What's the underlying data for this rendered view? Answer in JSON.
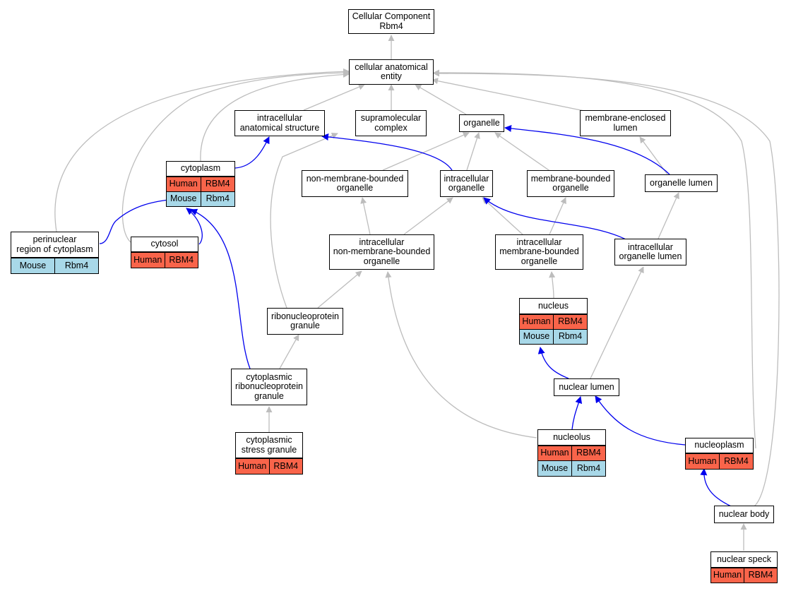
{
  "colors": {
    "human": "#f9644a",
    "mouse": "#a8d8e8",
    "is_a_edge": "#bdbdbd",
    "part_of_edge": "#0000ee"
  },
  "nodes": {
    "root": "Cellular Component\nRbm4",
    "cae": "cellular anatomical\nentity",
    "ias": "intracellular\nanatomical structure",
    "smc": "supramolecular\ncomplex",
    "org": "organelle",
    "mel": "membrane-enclosed\nlumen",
    "cyto": "cytoplasm",
    "nmbo": "non-membrane-bounded\norganelle",
    "io": "intracellular\norganelle",
    "mbo": "membrane-bounded\norganelle",
    "ol": "organelle lumen",
    "perinuc": "perinuclear\nregion of cytoplasm",
    "cytosol": "cytosol",
    "inmbo": "intracellular\nnon-membrane-bounded\norganelle",
    "imbo": "intracellular\nmembrane-bounded\norganelle",
    "iol": "intracellular\norganelle lumen",
    "rnp": "ribonucleoprotein\ngranule",
    "nucleus": "nucleus",
    "crnp": "cytoplasmic\nribonucleoprotein\ngranule",
    "nl": "nuclear lumen",
    "csg": "cytoplasmic\nstress granule",
    "nucleolus": "nucleolus",
    "np": "nucleoplasm",
    "nb": "nuclear body",
    "ns": "nuclear speck"
  },
  "annotations": {
    "cyto": [
      [
        "Human",
        "RBM4"
      ],
      [
        "Mouse",
        "Rbm4"
      ]
    ],
    "perinuc": [
      [
        "Mouse",
        "Rbm4"
      ]
    ],
    "cytosol": [
      [
        "Human",
        "RBM4"
      ]
    ],
    "nucleus": [
      [
        "Human",
        "RBM4"
      ],
      [
        "Mouse",
        "Rbm4"
      ]
    ],
    "csg": [
      [
        "Human",
        "RBM4"
      ]
    ],
    "nucleolus": [
      [
        "Human",
        "RBM4"
      ],
      [
        "Mouse",
        "Rbm4"
      ]
    ],
    "np": [
      [
        "Human",
        "RBM4"
      ]
    ],
    "ns": [
      [
        "Human",
        "RBM4"
      ]
    ]
  }
}
